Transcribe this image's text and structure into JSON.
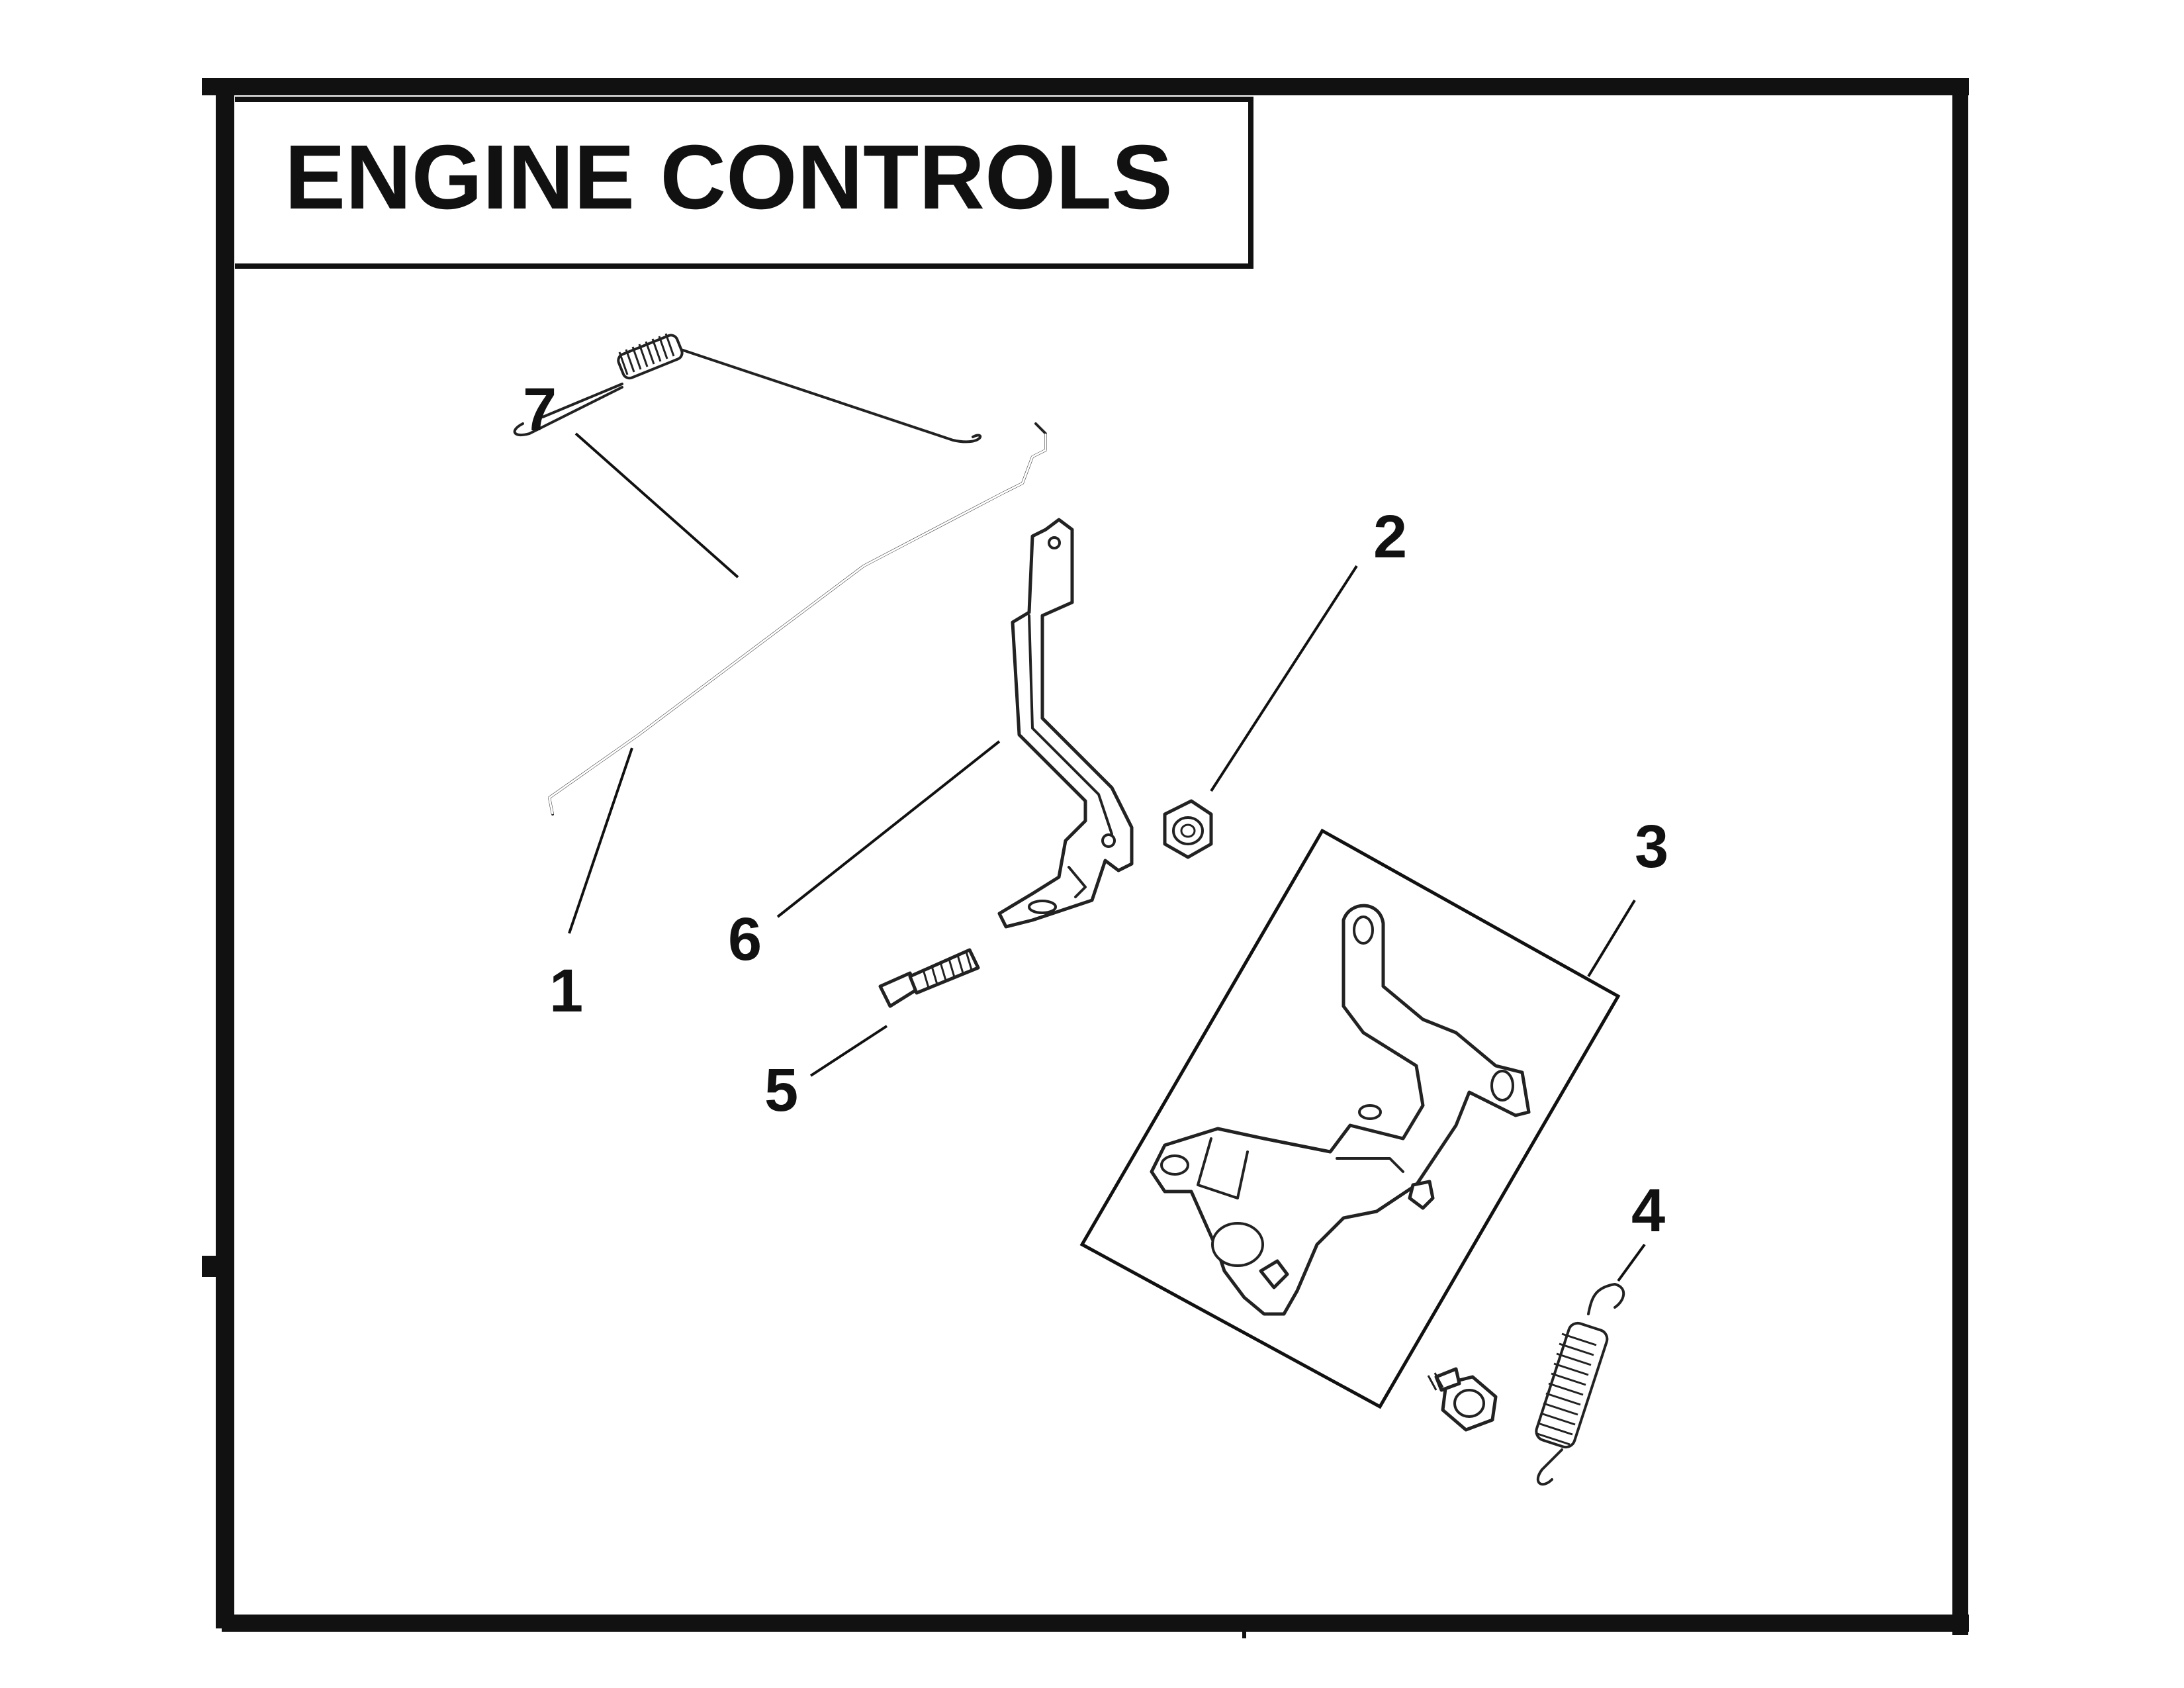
{
  "title": "ENGINE CONTROLS",
  "callouts": [
    {
      "id": "callout-1",
      "label": "1",
      "part": "governor-link-rod"
    },
    {
      "id": "callout-2",
      "label": "2",
      "part": "flange-nut"
    },
    {
      "id": "callout-3",
      "label": "3",
      "part": "control-bracket-assembly"
    },
    {
      "id": "callout-4",
      "label": "4",
      "part": "extension-spring"
    },
    {
      "id": "callout-5",
      "label": "5",
      "part": "t-bolt"
    },
    {
      "id": "callout-6",
      "label": "6",
      "part": "throttle-lever"
    },
    {
      "id": "callout-7",
      "label": "7",
      "part": "governor-spring"
    }
  ],
  "colors": {
    "ink": "#111111",
    "paper": "#ffffff"
  }
}
